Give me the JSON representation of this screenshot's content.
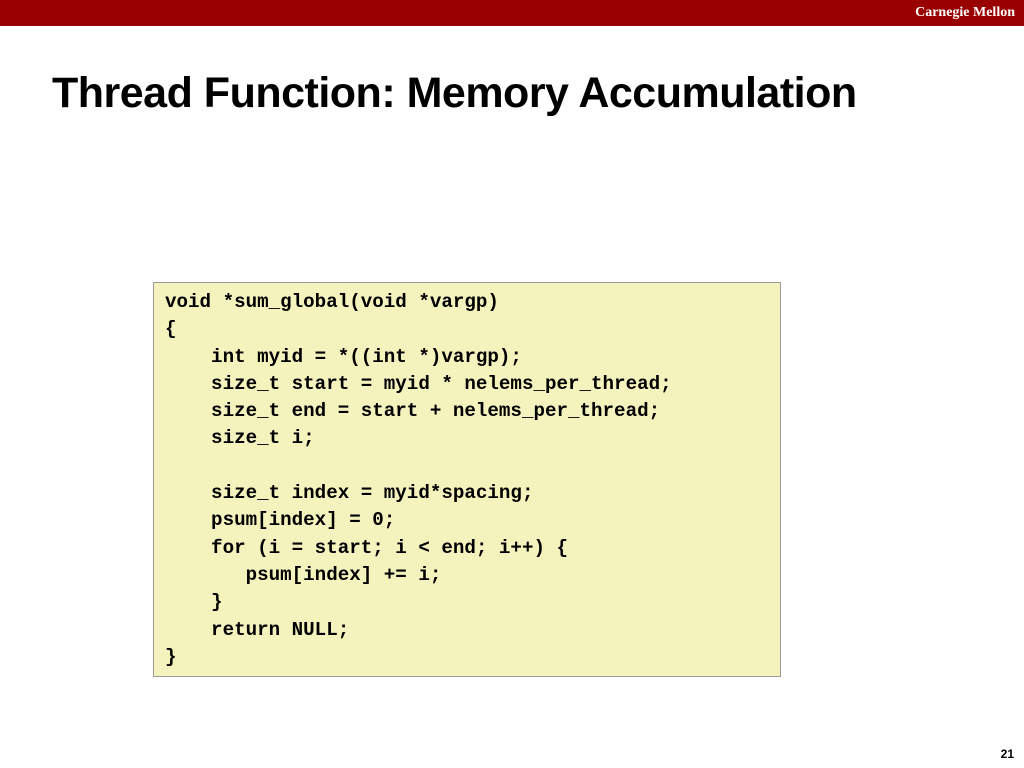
{
  "header": {
    "brand": "Carnegie Mellon",
    "brand_color": "#990000"
  },
  "slide": {
    "title": "Thread Function: Memory Accumulation",
    "page_number": "21"
  },
  "code": {
    "background_color": "#f5f3bd",
    "lines": [
      "void *sum_global(void *vargp)",
      "{",
      "    int myid = *((int *)vargp);",
      "    size_t start = myid * nelems_per_thread;",
      "    size_t end = start + nelems_per_thread;",
      "    size_t i;",
      "",
      "    size_t index = myid*spacing;",
      "    psum[index] = 0;",
      "    for (i = start; i < end; i++) {",
      "       psum[index] += i;",
      "    }",
      "    return NULL;",
      "}"
    ]
  }
}
